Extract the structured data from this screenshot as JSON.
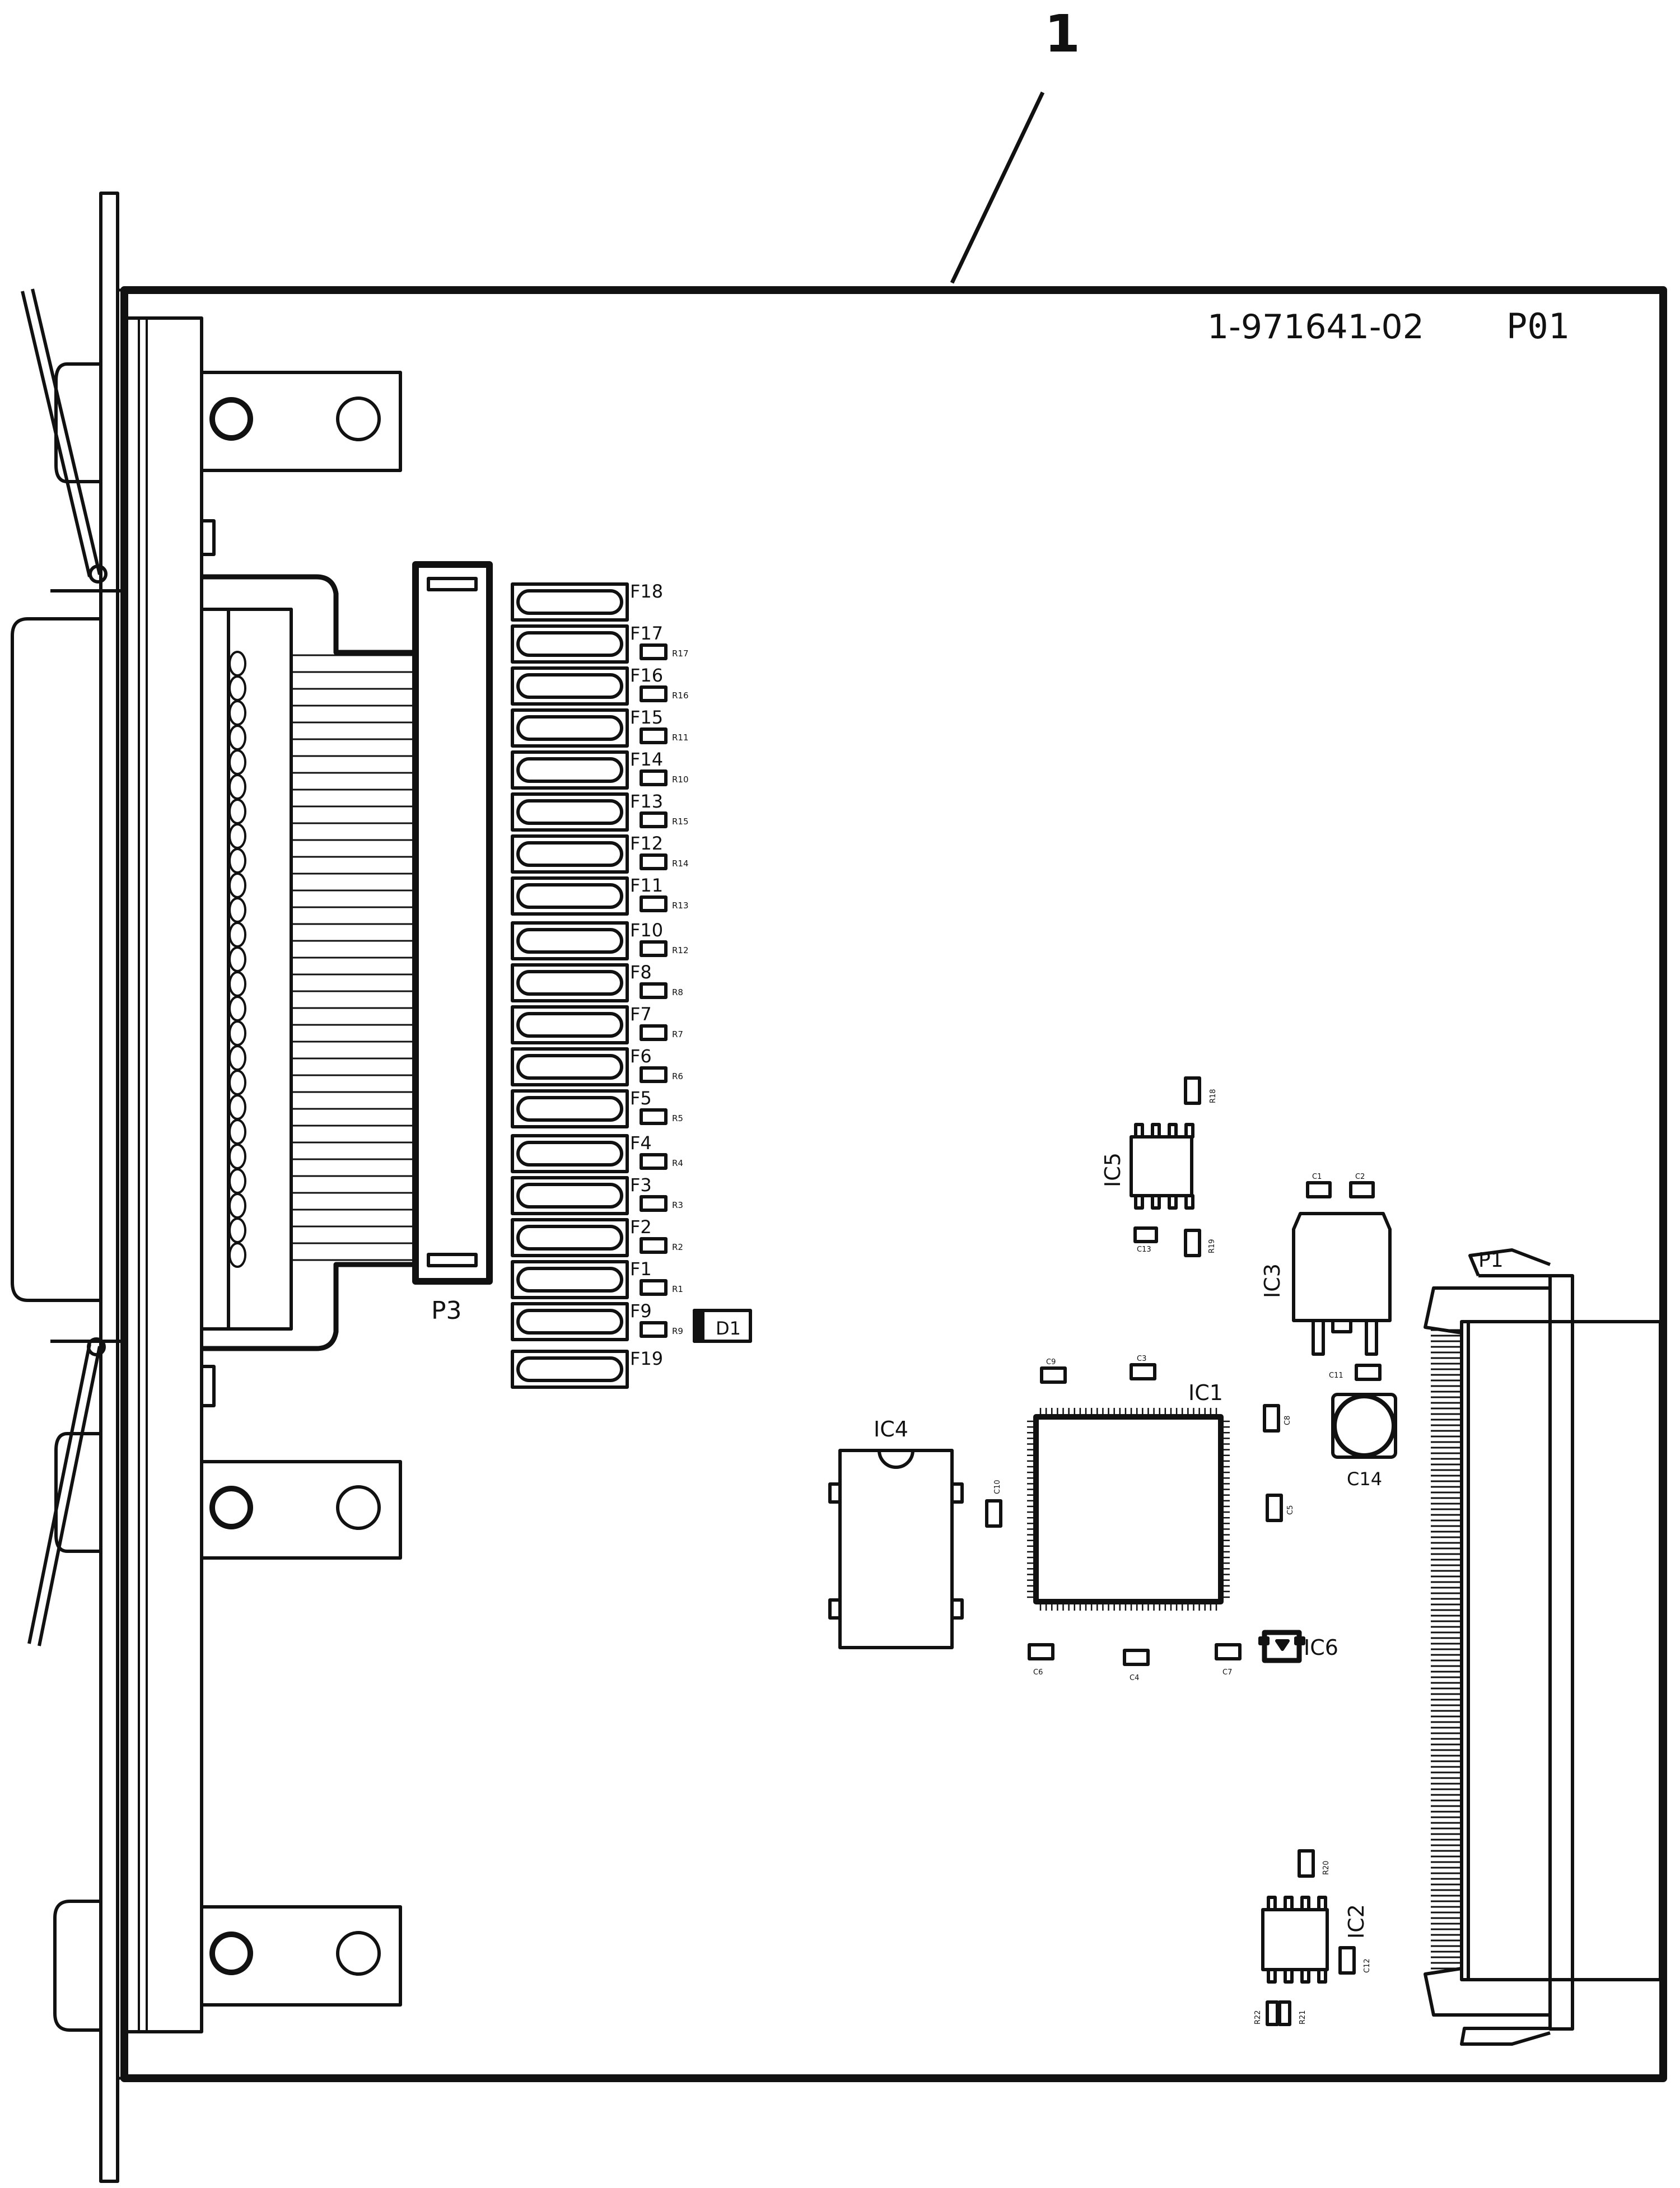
{
  "callout": {
    "number": "1"
  },
  "board": {
    "part_number": "1-971641-02",
    "revision": "P01"
  },
  "connectors": {
    "p3": "P3",
    "p1": "P1"
  },
  "fuses": [
    "F18",
    "F17",
    "F16",
    "F15",
    "F14",
    "F13",
    "F12",
    "F11",
    "F10",
    "F8",
    "F7",
    "F6",
    "F5",
    "F4",
    "F3",
    "F2",
    "F1",
    "F9",
    "F19"
  ],
  "fuse_resistors": [
    "R17",
    "R16",
    "R11",
    "R10",
    "R15",
    "R14",
    "R13",
    "R12",
    "R8",
    "R7",
    "R6",
    "R5",
    "R4",
    "R3",
    "R2",
    "R1",
    "R9"
  ],
  "diode": "D1",
  "ics": {
    "ic1": "IC1",
    "ic2": "IC2",
    "ic3": "IC3",
    "ic4": "IC4",
    "ic5": "IC5",
    "ic6": "IC6"
  },
  "caps": {
    "c1": "C1",
    "c2": "C2",
    "c3": "C3",
    "c4": "C4",
    "c5": "C5",
    "c6": "C6",
    "c7": "C7",
    "c8": "C8",
    "c9": "C9",
    "c10": "C10",
    "c11": "C11",
    "c12": "C12",
    "c13": "C13",
    "c14": "C14"
  },
  "resistors": {
    "r18": "R18",
    "r19": "R19",
    "r20": "R20",
    "r21": "R21",
    "r22": "R22"
  }
}
